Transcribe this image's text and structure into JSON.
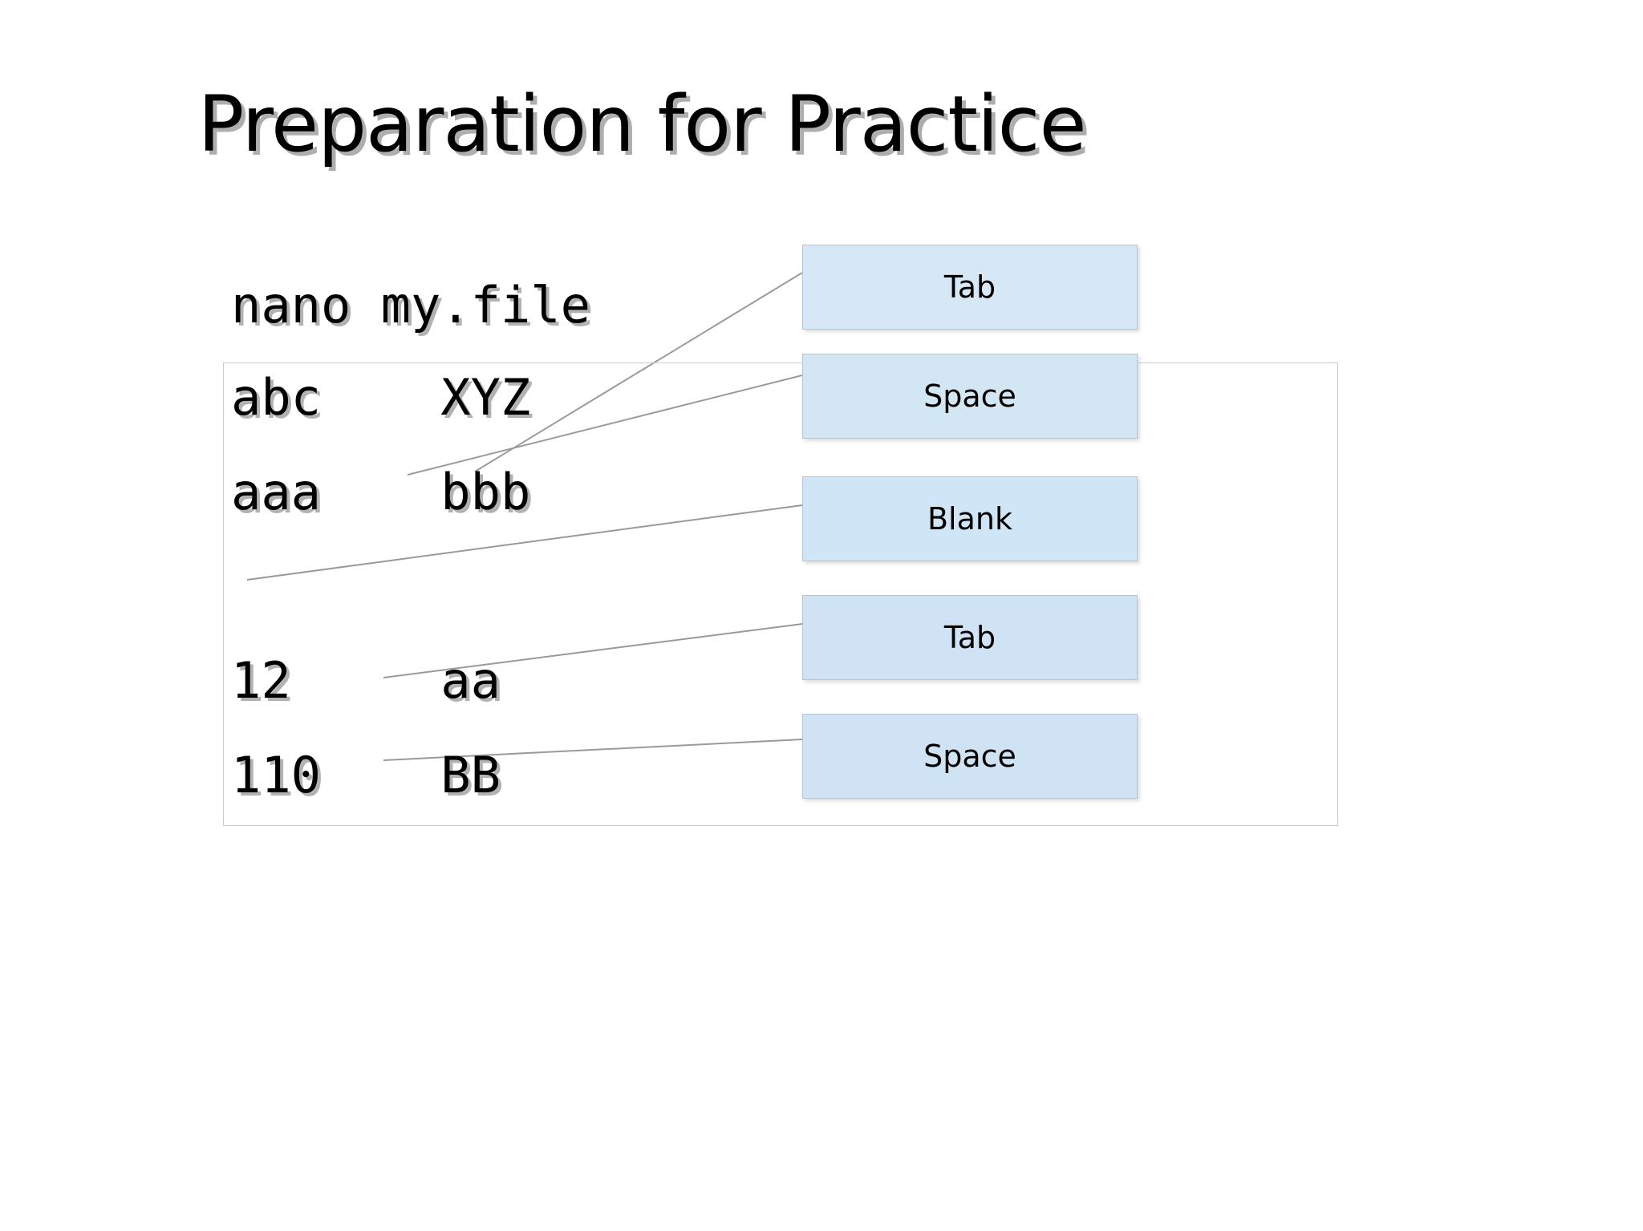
{
  "slide": {
    "title": "Preparation for Practice",
    "background_color": "#ffffff"
  },
  "code": {
    "command": "nano my.file",
    "lines": [
      "abc    XYZ",
      "aaa    bbb",
      "",
      "12     aa",
      "110    BB"
    ]
  },
  "callouts": [
    {
      "label": "Tab",
      "color": "#d6e8f5"
    },
    {
      "label": "Space",
      "color": "#d3e6f4"
    },
    {
      "label": "Blank",
      "color": "#d0e5f5"
    },
    {
      "label": "Tab",
      "color": "#cfe3f4"
    },
    {
      "label": "Space",
      "color": "#cfe3f4"
    }
  ],
  "leader_lines": {
    "stroke_color": "#9a9a9a",
    "stroke_width": 2
  }
}
